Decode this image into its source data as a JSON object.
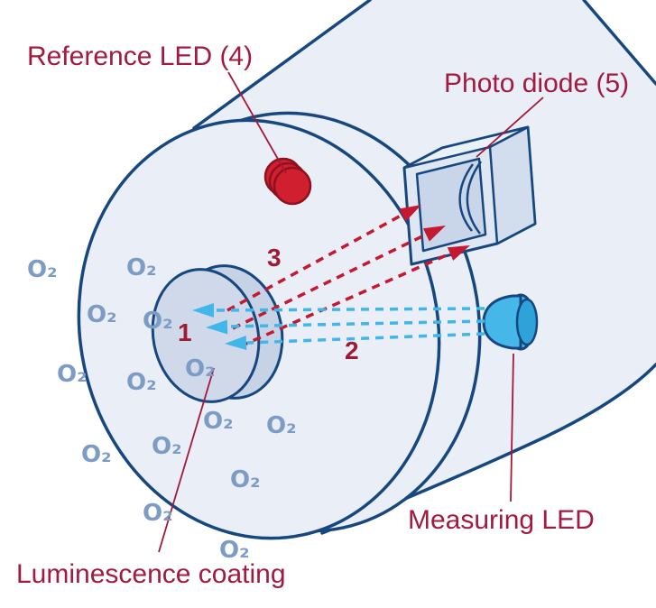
{
  "figure": {
    "labels": {
      "reference_led": "Reference LED (4)",
      "photo_diode": "Photo diode (5)",
      "measuring_led": "Measuring LED",
      "luminescence_coating": "Luminescence coating"
    },
    "beam_numbers": {
      "n1": "1",
      "n2": "2",
      "n3": "3"
    },
    "molecule_label": "O₂",
    "molecule_count": 14,
    "colors": {
      "outline_navy": "#17477f",
      "surface_blue": "#e9eef7",
      "coating_blue": "#ccd7e9",
      "label_crimson": "#a21a40",
      "number_maroon": "#9e1b33",
      "beam_red": "#c41930",
      "beam_blue": "#41b6e9",
      "led_red": "#d01f2e",
      "molecule_blue": "#7d9cc5"
    }
  }
}
